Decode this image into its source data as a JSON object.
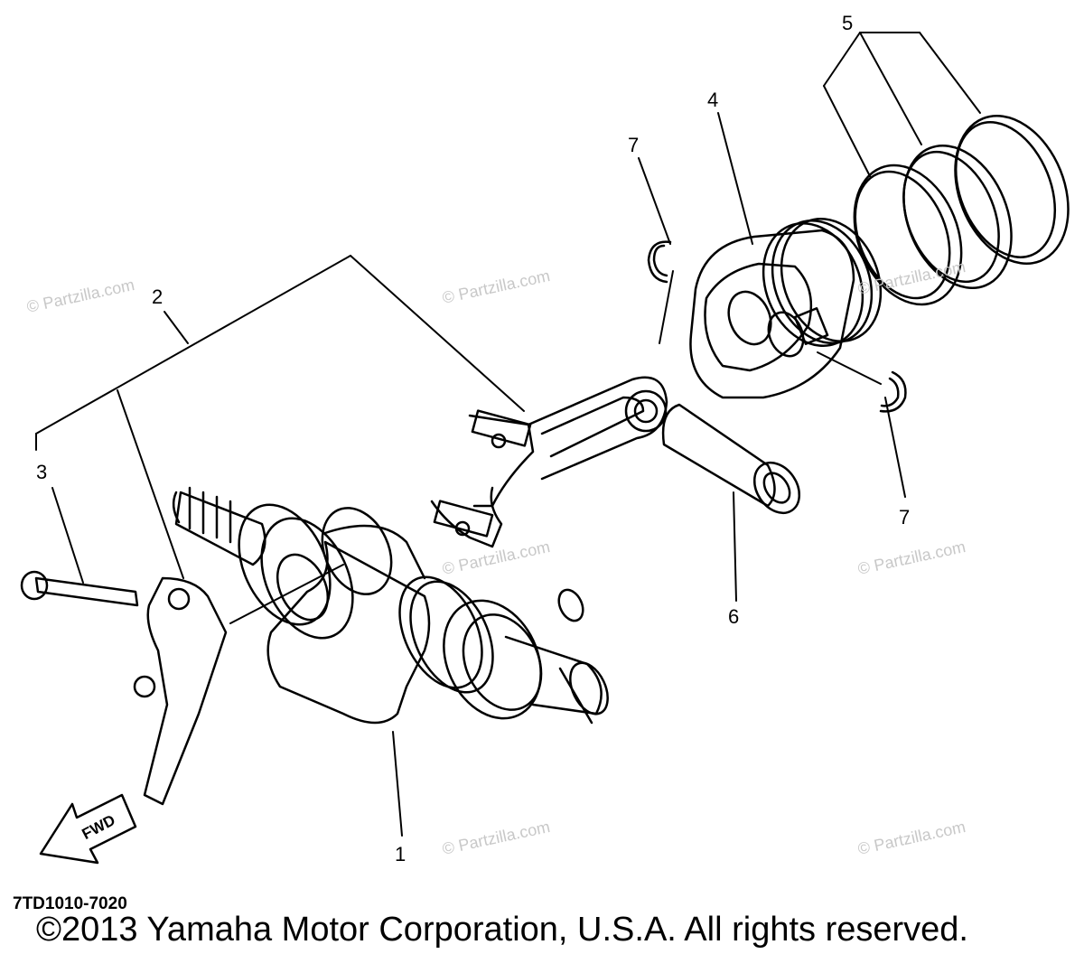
{
  "diagram": {
    "callouts": [
      {
        "id": "1",
        "label": "1"
      },
      {
        "id": "2",
        "label": "2"
      },
      {
        "id": "3",
        "label": "3"
      },
      {
        "id": "4",
        "label": "4"
      },
      {
        "id": "5",
        "label": "5"
      },
      {
        "id": "6",
        "label": "6"
      },
      {
        "id": "7a",
        "label": "7"
      },
      {
        "id": "7b",
        "label": "7"
      }
    ],
    "direction_arrow_label": "FWD",
    "watermark": "© Partzilla.com",
    "diagram_code": "7TD1010-7020",
    "copyright": "©2013 Yamaha Motor Corporation, U.S.A. All rights reserved."
  }
}
